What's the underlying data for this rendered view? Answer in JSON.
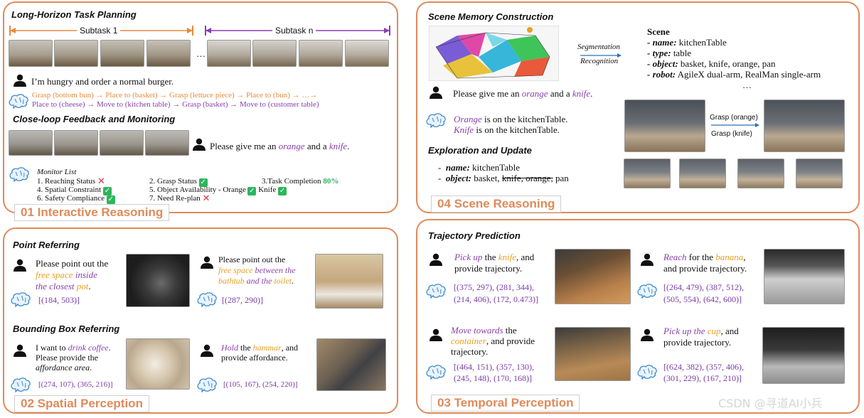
{
  "panel1": {
    "title": "Long-Horizon Task Planning",
    "subtask1": "Subtask 1",
    "subtaskn": "Subtask n",
    "ellipsis": "…",
    "user_text": "I’m hungry and order a normal burger.",
    "plan_line1": "Grasp (bottom bun) → Place to (basket) → Grasp (lettuce piece) → Place to (bun) → …→",
    "plan_line2": "Place to (cheese) → Move to (kitchen table) → Grasp (basket) → Move to (customer table)",
    "feedback_title": "Close-loop Feedback and Monitoring",
    "feedback_user_pre": "Please give me an",
    "feedback_user_orange": "orange",
    "feedback_user_mid": "and a",
    "feedback_user_knife": "knife",
    "feedback_user_end": ".",
    "monitor_title": "Monitor List",
    "m1": "1. Reaching Status",
    "m2": "2. Grasp Status",
    "m3": "3.Task Completion",
    "m3_pct": "80%",
    "m4": "4. Spatial Constraint",
    "m5": "5. Object Availability - Orange",
    "m5b": "Knife",
    "m6": "6. Safety Compliance",
    "m7": "7. Need Re-plan",
    "tag": "01 Interactive Reasoning"
  },
  "panel4": {
    "title": "Scene Memory Construction",
    "seg1": "Segmentation",
    "seg2": "Recognition",
    "scene_head": "Scene",
    "name_k": "- name:",
    "name_v": "kitchenTable",
    "type_k": "- type:",
    "type_v": "table",
    "object_k": "- object:",
    "object_v": "basket, knife, orange, pan",
    "robot_k": "- robot:",
    "robot_v": "AgileX dual-arm, RealMan single-arm",
    "dots": "…",
    "user_pre": "Please give me an",
    "user_orange": "orange",
    "user_mid": "and a",
    "user_knife": "knife",
    "user_end": ".",
    "ans1_a": "Orange",
    "ans1_b": "is on the kitchenTable.",
    "ans2_a": "Knife",
    "ans2_b": "is on the kitchenTable.",
    "grasp_orange": "Grasp (orange)",
    "grasp_knife": "Grasp (knife)",
    "explore_title": "Exploration and Update",
    "ex_name_k": "name:",
    "ex_name_v": "kitchenTable",
    "ex_obj_k": "object:",
    "ex_obj_v1": "basket,",
    "ex_obj_strike": "knife, orange,",
    "ex_obj_v2": "pan",
    "tag": "04 Scene Reasoning"
  },
  "panel2": {
    "pr_title": "Point Referring",
    "pr1_a": "Please point out the",
    "pr1_b": "free space",
    "pr1_c": "inside",
    "pr1_d": "the closest",
    "pr1_e": "pot",
    "pr1_f": ".",
    "pr1_ans": "[(184, 503)]",
    "pr2_a": "Please point out the",
    "pr2_b": "free space",
    "pr2_c": "between the",
    "pr2_d": "bathtub",
    "pr2_e": "and the",
    "pr2_f": "toilet",
    "pr2_g": ".",
    "pr2_ans": "[(287, 290)]",
    "bb_title": "Bounding Box Referring",
    "bb1_a": "I want to",
    "bb1_b": "drink coffee",
    "bb1_c": ".",
    "bb1_d": "Please provide the",
    "bb1_e": "affordance area",
    "bb1_f": ".",
    "bb1_ans": "[(274, 107), (365, 216)]",
    "bb2_a": "Hold",
    "bb2_b": "the",
    "bb2_c": "hammar",
    "bb2_d": ", and",
    "bb2_e": "provide affordance.",
    "bb2_ans": "[(105, 167), (254, 220)]",
    "tag": "02 Spatial Perception"
  },
  "panel3": {
    "title": "Trajectory Prediction",
    "t1_a": "Pick up",
    "t1_b": "the",
    "t1_c": "knife",
    "t1_d": ", and",
    "t1_e": "provide trajectory.",
    "t1_ans1": "[(375, 297), (281, 344),",
    "t1_ans2": "(214, 406), (172, 0.473)]",
    "t2_a": "Reach",
    "t2_b": "for the",
    "t2_c": "banana",
    "t2_d": ",",
    "t2_e": "and provide trajectory.",
    "t2_ans1": "[(264, 479), (387, 512),",
    "t2_ans2": "(505, 554), (642, 600)]",
    "t3_a": "Move towards",
    "t3_b": "the",
    "t3_c": "container",
    "t3_d": ", and provide",
    "t3_e": "trajectory.",
    "t3_ans1": "[(464, 151), (357, 130),",
    "t3_ans2": "(245, 148), (170, 168)]",
    "t4_a": "Pick up",
    "t4_b": "the",
    "t4_c": "cup",
    "t4_d": ", and",
    "t4_e": "provide trajectory.",
    "t4_ans1": "[(624, 382), (357, 406),",
    "t4_ans2": "(301, 229), (167, 210)]",
    "tag": "03 Temporal Perception"
  },
  "watermark": "CSDN @寻道AI小兵",
  "colors": {
    "border": "#e08a5a",
    "accent_orange": "#e8a020",
    "accent_purple": "#8a3fae",
    "check_green": "#2db55d",
    "cross_red": "#e0303a",
    "pct_green": "#2db55d"
  },
  "icons": [
    "person-icon",
    "brain-icon",
    "check-icon",
    "cross-icon",
    "arrow-icon"
  ]
}
